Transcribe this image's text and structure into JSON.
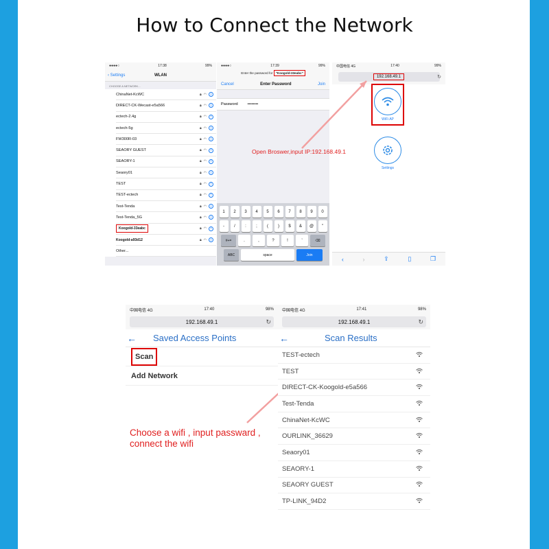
{
  "title": "How to Connect the Network",
  "screen1": {
    "status_time": "17:38",
    "status_batt": "99%",
    "back": "Settings",
    "nav_title": "WLAN",
    "section": "CHOOSE A NETWORK...",
    "networks": [
      {
        "name": "ChinaNet-KcWC",
        "style": ""
      },
      {
        "name": "DIRECT-CK-Wecast-e5a566",
        "style": ""
      },
      {
        "name": "ectech-2.4g",
        "style": ""
      },
      {
        "name": "ectech-5g",
        "style": ""
      },
      {
        "name": "FW300R-03",
        "style": ""
      },
      {
        "name": "SEAORY GUEST",
        "style": ""
      },
      {
        "name": "SEAORY-1",
        "style": ""
      },
      {
        "name": "Seaory01",
        "style": ""
      },
      {
        "name": "TEST",
        "style": ""
      },
      {
        "name": "TEST-ectech",
        "style": ""
      },
      {
        "name": "Test-Tenda",
        "style": ""
      },
      {
        "name": "Test-Tenda_5G",
        "style": ""
      },
      {
        "name": "Koogold-33eabc",
        "style": "boxed"
      },
      {
        "name": "Koogold-a93d12",
        "style": "bold"
      },
      {
        "name": "Other...",
        "style": ""
      }
    ]
  },
  "screen2": {
    "status_time": "17:39",
    "status_batt": "99%",
    "prompt_prefix": "Enter the password for",
    "prompt_network": "\"Koogold-33eabc\"",
    "cancel": "Cancel",
    "nav_title": "Enter Password",
    "join": "Join",
    "password_label": "Password",
    "password_value": "••••••••",
    "row1": [
      "1",
      "2",
      "3",
      "4",
      "5",
      "6",
      "7",
      "8",
      "9",
      "0"
    ],
    "row2": [
      "-",
      "/",
      ":",
      ";",
      "(",
      ")",
      "$",
      "&",
      "@",
      "\""
    ],
    "row3_left": "#+=",
    "row3": [
      ".",
      ",",
      "?",
      "!",
      "’"
    ],
    "row3_right": "⌫",
    "abc": "ABC",
    "space": "space",
    "join_key": "Join"
  },
  "screen3": {
    "status_carrier": "中国电信 4G",
    "status_time": "17:40",
    "status_batt": "99%",
    "url": "192.168.49.1",
    "wifi_ap": "WiFi AP",
    "settings": "Settings",
    "reload_icon": "↻"
  },
  "annotation1": "Open Broswer,input IP:192.168.49.1",
  "screen4": {
    "status_carrier": "中国电信 4G",
    "status_time": "17:40",
    "status_batt": "98%",
    "url": "192.168.49.1",
    "page_title": "Saved Access Points",
    "scan": "Scan",
    "add_network": "Add Network"
  },
  "annotation2_line1": "Choose a wifi , input passward ,",
  "annotation2_line2": "connect the wifi",
  "screen5": {
    "status_carrier": "中国电信 4G",
    "status_time": "17:41",
    "status_batt": "98%",
    "url": "192.168.49.1",
    "page_title": "Scan Results",
    "results": [
      "TEST-ectech",
      "TEST",
      "DIRECT-CK-Koogold-e5a566",
      "Test-Tenda",
      "ChinaNet-KcWC",
      "OURLINK_36629",
      "Seaory01",
      "SEAORY-1",
      "SEAORY GUEST",
      "TP-LINK_94D2"
    ]
  },
  "colors": {
    "accent_blue": "#1da0e0",
    "highlight_red": "#d00000",
    "ios_blue": "#1a7cf4"
  }
}
